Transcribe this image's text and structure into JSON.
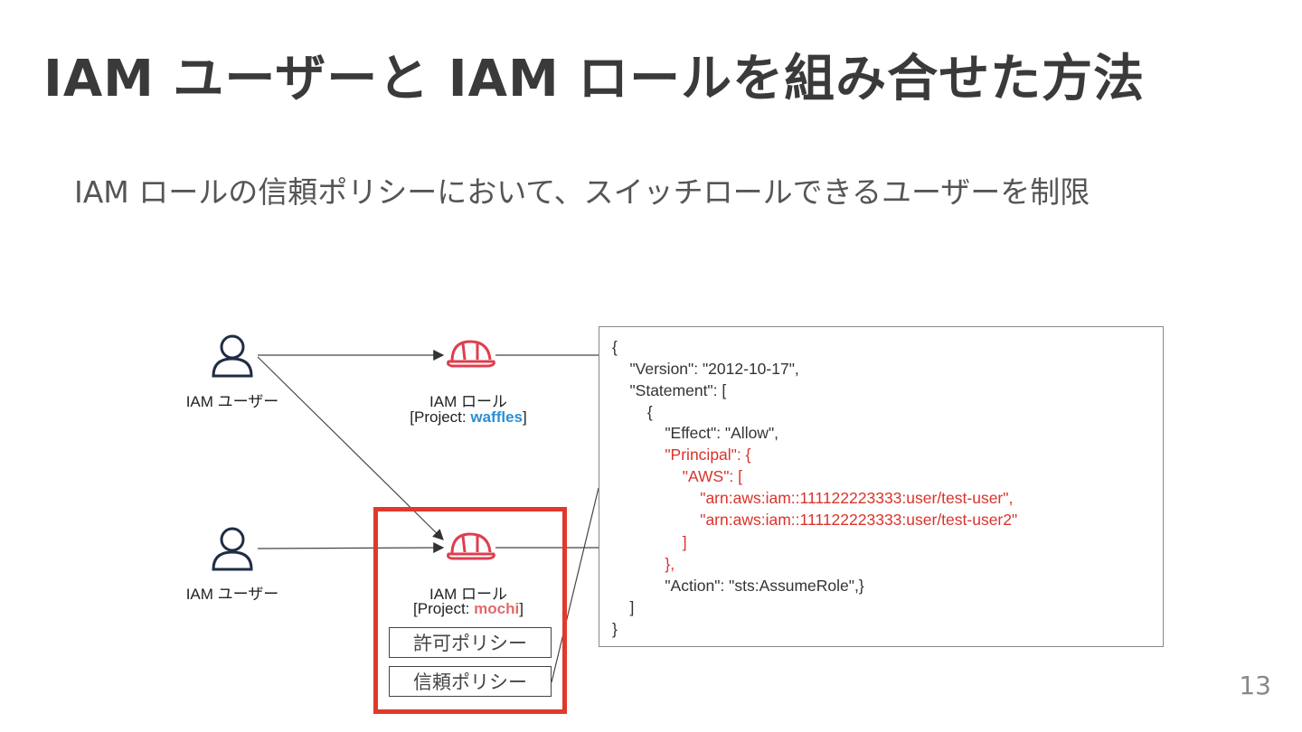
{
  "slide": {
    "title": "IAM ユーザーと IAM ロールを組み合せた方法",
    "subtitle": "IAM ロールの信頼ポリシーにおいて、スイッチロールできるユーザーを制限",
    "page_number": "13"
  },
  "diagram": {
    "user_top_label": "IAM ユーザー",
    "user_bottom_label": "IAM ユーザー",
    "role_top": {
      "label": "IAM ロール",
      "project_prefix": "[Project: ",
      "project_name": "waffles",
      "project_suffix": "]"
    },
    "role_bottom": {
      "label": "IAM ロール",
      "project_prefix": "[Project: ",
      "project_name": "mochi",
      "project_suffix": "]"
    },
    "permission_policy": "許可ポリシー",
    "trust_policy": "信頼ポリシー",
    "colors": {
      "highlight": "#e0392b",
      "waffles": "#2b8fd6",
      "mochi": "#e06b6b",
      "role_icon": "#dd3f4f",
      "json_red": "#d9332b"
    }
  },
  "policy_json": {
    "lines": [
      "{",
      "    \"Version\": \"2012-10-17\",",
      "    \"Statement\": [",
      "        {",
      "            \"Effect\": \"Allow\",",
      "            \"Principal\": {",
      "                \"AWS\": [",
      "                    \"arn:aws:iam::111122223333:user/test-user\",",
      "                    \"arn:aws:iam::111122223333:user/test-user2\"",
      "                ]",
      "            },",
      "            \"Action\": \"sts:AssumeRole\",}",
      "    ]",
      "}"
    ]
  }
}
